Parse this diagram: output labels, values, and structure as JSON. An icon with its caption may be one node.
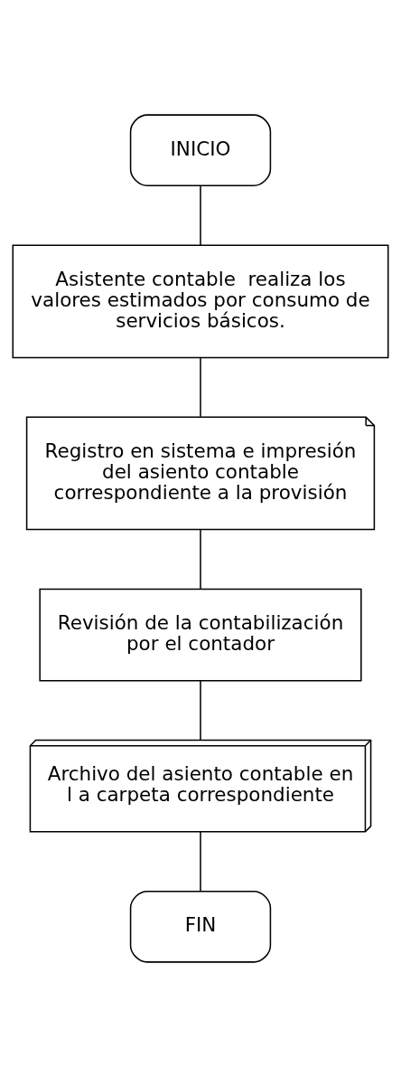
{
  "diagram": {
    "nodes": [
      {
        "text": [
          "INICIO"
        ]
      },
      {
        "text": [
          "Asistente contable  realiza los valores estimados por consumo de servicios básicos."
        ]
      },
      {
        "text": [
          "Registro en sistema e impresión del asiento contable correspondiente a la provisión"
        ]
      },
      {
        "text": [
          "Revisión de la contabilización por el contador"
        ]
      },
      {
        "text": [
          "Archivo del asiento contable en l a carpeta correspondiente"
        ]
      },
      {
        "text": [
          "FIN"
        ]
      }
    ],
    "edges": [
      {
        "from": 0,
        "to": 1,
        "arrow": "none"
      },
      {
        "from": 1,
        "to": 2,
        "arrow": "none"
      },
      {
        "from": 2,
        "to": 3,
        "arrow": "none"
      },
      {
        "from": 3,
        "to": 4,
        "arrow": "none"
      },
      {
        "from": 4,
        "to": 5,
        "arrow": "none"
      }
    ]
  }
}
